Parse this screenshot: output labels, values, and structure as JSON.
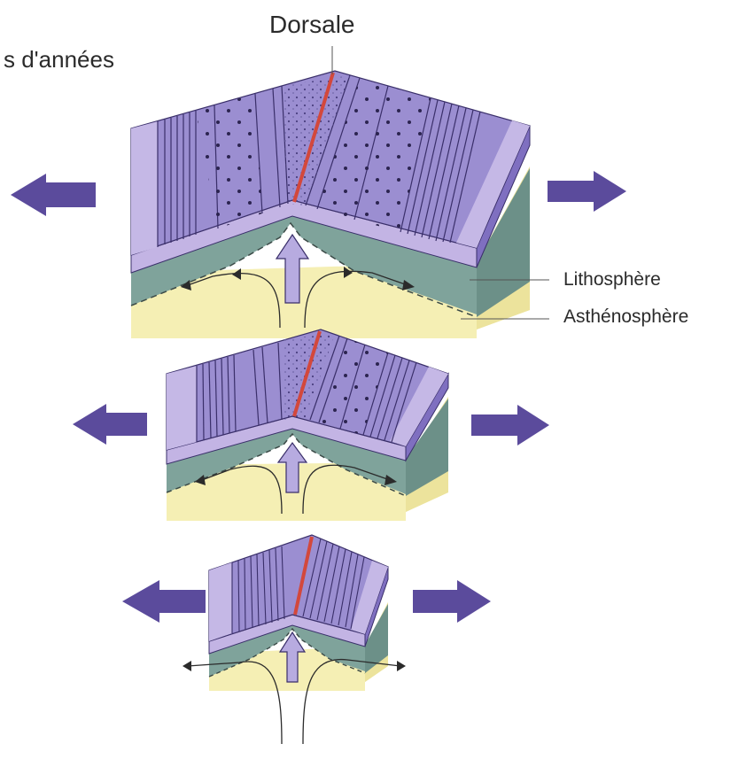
{
  "caption_fragment": "s d'années",
  "labels": {
    "ridge": "Dorsale",
    "lithosphere": "Lithosphère",
    "asthenosphere": "Asthénosphère"
  },
  "colors": {
    "crust_top": "#9b8ed1",
    "crust_top_light": "#c5b8e6",
    "crust_side": "#c3b4e4",
    "crust_side_dark": "#7f6fc0",
    "lithosphere": "#7fa39b",
    "asthenosphere": "#f5efb4",
    "arrow": "#5b4b9c",
    "ridge_axis": "#d3483c",
    "leader_line": "#555555"
  },
  "icons": {
    "divergence_arrow": "arrow-icon",
    "upwelling_arrow": "upward-arrow-icon"
  }
}
